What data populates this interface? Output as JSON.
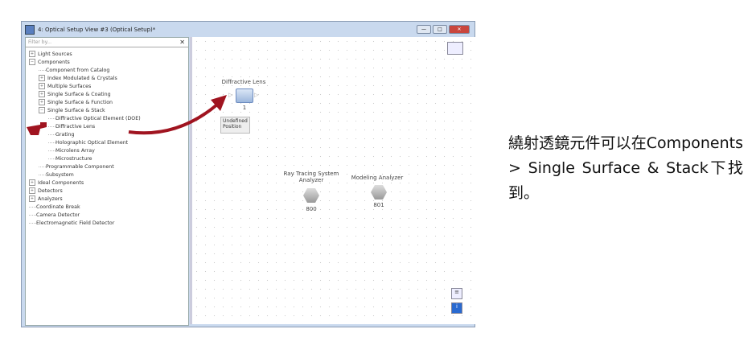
{
  "window": {
    "title": "4: Optical Setup View #3 (Optical Setup)*",
    "controls": [
      "—",
      "□",
      "✕"
    ]
  },
  "filter": {
    "placeholder": "Filter by...",
    "clear": "✕"
  },
  "tree": [
    {
      "label": "Light Sources",
      "level": 0,
      "expander": "+"
    },
    {
      "label": "Components",
      "level": 0,
      "expander": "−"
    },
    {
      "label": "Component from Catalog",
      "level": 1,
      "expander": ""
    },
    {
      "label": "Index Modulated & Crystals",
      "level": 1,
      "expander": "+"
    },
    {
      "label": "Multiple Surfaces",
      "level": 1,
      "expander": "+"
    },
    {
      "label": "Single Surface & Coating",
      "level": 1,
      "expander": "+"
    },
    {
      "label": "Single Surface & Function",
      "level": 1,
      "expander": "+"
    },
    {
      "label": "Single Surface & Stack",
      "level": 1,
      "expander": "−"
    },
    {
      "label": "Diffractive Optical Element (DOE)",
      "level": 2,
      "expander": ""
    },
    {
      "label": "Diffractive Lens",
      "level": 2,
      "expander": ""
    },
    {
      "label": "Grating",
      "level": 2,
      "expander": ""
    },
    {
      "label": "Holographic Optical Element",
      "level": 2,
      "expander": ""
    },
    {
      "label": "Microlens Array",
      "level": 2,
      "expander": ""
    },
    {
      "label": "Microstructure",
      "level": 2,
      "expander": ""
    },
    {
      "label": "Programmable Component",
      "level": 1,
      "expander": ""
    },
    {
      "label": "Subsystem",
      "level": 1,
      "expander": ""
    },
    {
      "label": "Ideal Components",
      "level": 0,
      "expander": "+"
    },
    {
      "label": "Detectors",
      "level": 0,
      "expander": "+"
    },
    {
      "label": "Analyzers",
      "level": 0,
      "expander": "+"
    },
    {
      "label": "Coordinate Break",
      "level": 0,
      "expander": ""
    },
    {
      "label": "Camera Detector",
      "level": 0,
      "expander": ""
    },
    {
      "label": "Electromagnetic Field Detector",
      "level": 0,
      "expander": ""
    }
  ],
  "canvas": {
    "lens": {
      "title": "Diffractive Lens",
      "id": "1",
      "status": "Undefined Position"
    },
    "analyzer1": {
      "title": "Ray Tracing System Analyzer",
      "id": "800"
    },
    "analyzer2": {
      "title": "Modeling Analyzer",
      "id": "801"
    },
    "tools": [
      "≡",
      "i"
    ]
  },
  "caption": "繞射透鏡元件可以在Components > Single Surface & Stack下找到。",
  "colors": {
    "arrow": "#a01420",
    "accent": "#2a6ad0"
  }
}
